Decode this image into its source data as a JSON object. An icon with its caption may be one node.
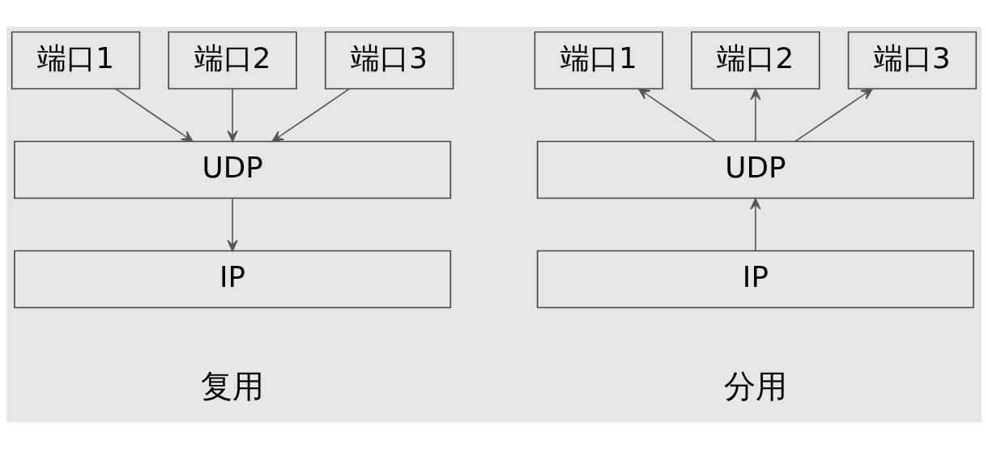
{
  "diagram": {
    "nodes": [
      {
        "text": [
          "端口1"
        ]
      },
      {
        "text": [
          "端口2"
        ]
      },
      {
        "text": [
          "端口3"
        ]
      },
      {
        "text": [
          "UDP"
        ]
      },
      {
        "text": [
          "IP"
        ]
      },
      {
        "text": [
          "端口1"
        ]
      },
      {
        "text": [
          "端口2"
        ]
      },
      {
        "text": [
          "端口3"
        ]
      },
      {
        "text": [
          "UDP"
        ]
      },
      {
        "text": [
          "IP"
        ]
      }
    ],
    "edges": [
      {
        "from": 0,
        "to": 3,
        "arrow": "to"
      },
      {
        "from": 1,
        "to": 3,
        "arrow": "to"
      },
      {
        "from": 2,
        "to": 3,
        "arrow": "to"
      },
      {
        "from": 3,
        "to": 4,
        "arrow": "to"
      },
      {
        "from": 9,
        "to": 8,
        "arrow": "to"
      },
      {
        "from": 8,
        "to": 5,
        "arrow": "to"
      },
      {
        "from": 8,
        "to": 6,
        "arrow": "to"
      },
      {
        "from": 8,
        "to": 7,
        "arrow": "to"
      }
    ],
    "labels": [
      "复用",
      "分用"
    ]
  }
}
